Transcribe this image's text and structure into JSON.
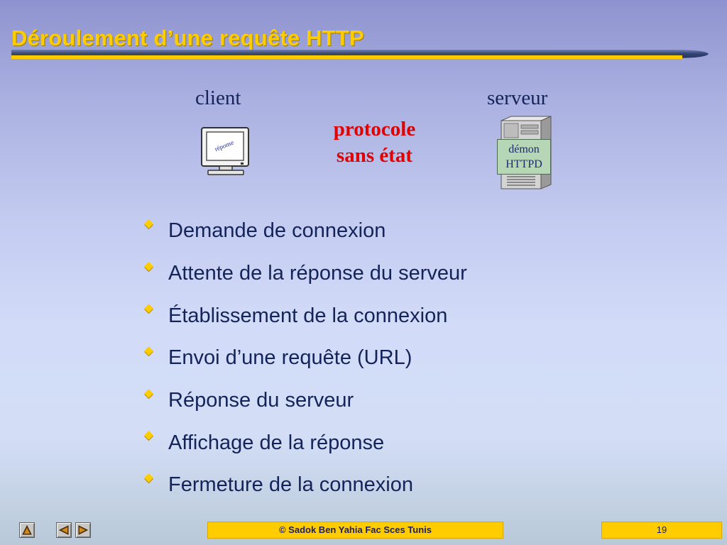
{
  "slide": {
    "title": "Déroulement d’une requête HTTP",
    "client_label": "client",
    "server_label": "serveur",
    "protocol_line1": "protocole",
    "protocol_line2": "sans état",
    "monitor_screen_text": "réponse",
    "daemon_line1": "démon",
    "daemon_line2": "HTTPD",
    "bullets": [
      "Demande de connexion",
      "Attente de la réponse du serveur",
      "Établissement de la connexion",
      "Envoi d’une requête (URL)",
      "Réponse du serveur",
      "Affichage de la réponse",
      "Fermeture de la connexion"
    ]
  },
  "footer": {
    "credit": "© Sadok Ben Yahia Fac Sces Tunis",
    "page_number": "19"
  },
  "nav": {
    "icons": [
      "home-up-icon",
      "previous-arrow-icon",
      "next-arrow-icon"
    ]
  },
  "colors": {
    "title": "#ffcc00",
    "bar_dark": "#2a3e6e",
    "text": "#14245a",
    "protocol": "#e00000",
    "daemon_box": "#b6d7b6",
    "footer_box": "#ffcc00"
  }
}
